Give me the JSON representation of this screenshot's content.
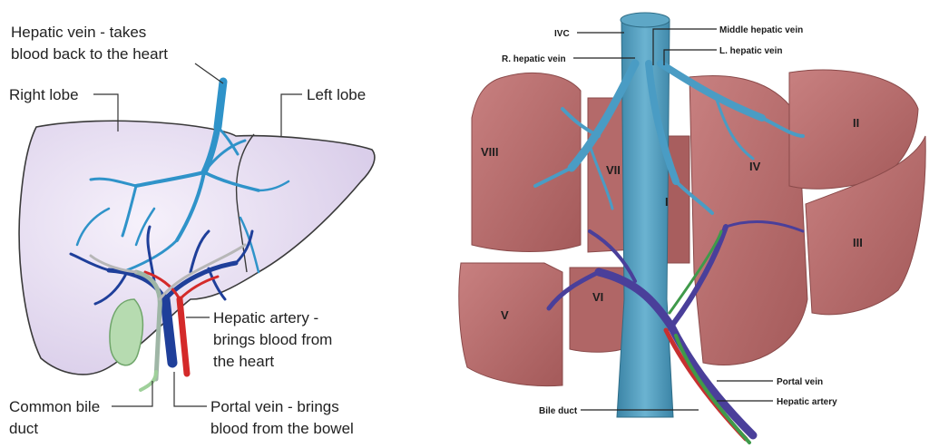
{
  "left_diagram": {
    "labels": {
      "hepatic_vein_line1": "Hepatic vein - takes",
      "hepatic_vein_line2": "blood back to the heart",
      "right_lobe": "Right lobe",
      "left_lobe": "Left lobe",
      "hepatic_artery_line1": "Hepatic artery -",
      "hepatic_artery_line2": "brings blood from",
      "hepatic_artery_line3": "the heart",
      "common_bile_line1": "Common bile",
      "common_bile_line2": "duct",
      "portal_vein_line1": "Portal vein - brings",
      "portal_vein_line2": "blood from the bowel"
    }
  },
  "right_diagram": {
    "labels": {
      "ivc": "IVC",
      "middle_hepatic_vein": "Middle hepatic vein",
      "l_hepatic_vein": "L. hepatic vein",
      "r_hepatic_vein": "R. hepatic vein",
      "portal_vein": "Portal vein",
      "hepatic_artery": "Hepatic artery",
      "bile_duct": "Bile duct"
    },
    "segments": {
      "s1": "I",
      "s2": "II",
      "s3": "III",
      "s4": "IV",
      "s5": "V",
      "s6": "VI",
      "s7": "VII",
      "s8": "VIII"
    }
  },
  "colors": {
    "liver_fill": "#e2d9ef",
    "liver_outline": "#3a3a3a",
    "hepatic_vein": "#2f93c9",
    "portal_vein": "#1f3f9a",
    "hepatic_artery": "#d42a2a",
    "bile_duct": "#9fd09a",
    "segment_fill": "#b86b6b",
    "segment_shade": "#9a5454",
    "ivc": "#4a97b8"
  }
}
